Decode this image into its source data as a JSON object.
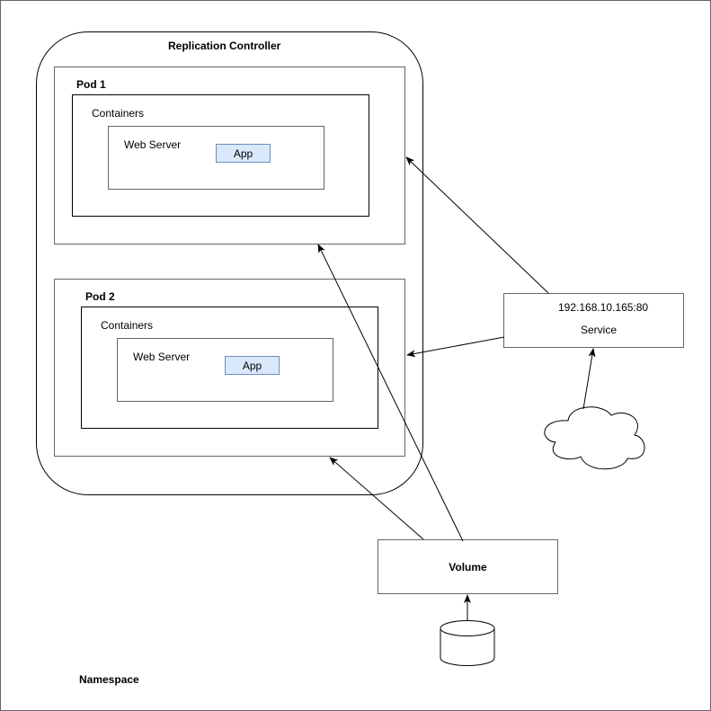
{
  "namespace": {
    "label": "Namespace"
  },
  "replication_controller": {
    "label": "Replication Controller"
  },
  "pods": [
    {
      "label": "Pod 1",
      "containers_label": "Containers",
      "web_server_label": "Web Server",
      "app_label": "App"
    },
    {
      "label": "Pod 2",
      "containers_label": "Containers",
      "web_server_label": "Web Server",
      "app_label": "App"
    }
  ],
  "service": {
    "ip": "192.168.10.165:80",
    "label": "Service"
  },
  "volume": {
    "label": "Volume"
  },
  "colors": {
    "app_fill": "#dae8fc",
    "app_stroke": "#6c8ebf",
    "box_stroke": "#666666"
  }
}
